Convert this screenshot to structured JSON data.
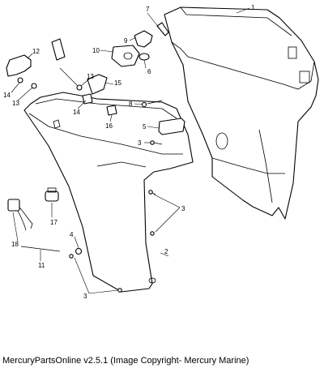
{
  "callouts": {
    "c1": "1",
    "c2": "2",
    "c3a": "3",
    "c3b": "3",
    "c3c": "3",
    "c4": "4",
    "c5": "5",
    "c6": "6",
    "c7": "7",
    "c8": "8",
    "c9": "9",
    "c10": "10",
    "c11": "11",
    "c12": "12",
    "c13a": "13",
    "c13b": "13",
    "c14a": "14",
    "c14b": "14",
    "c15": "15",
    "c16": "16",
    "c17": "17",
    "c18": "18"
  },
  "caption": "MercuryPartsOnline v2.5.1 (Image Copyright- Mercury Marine)"
}
